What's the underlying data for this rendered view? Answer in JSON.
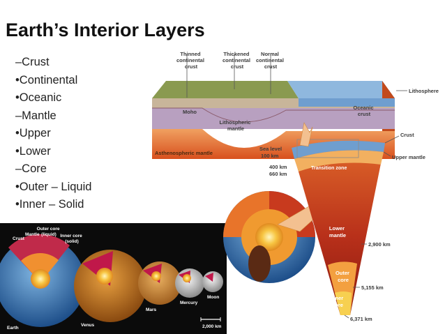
{
  "title": "Earth’s Interior Layers",
  "bullets": [
    "–Crust",
    "•Continental",
    "•Oceanic",
    "–Mantle",
    "•Upper",
    "•Lower",
    "–Core",
    "•Outer – Liquid",
    "•Inner – Solid"
  ],
  "block_labels": {
    "thinned": [
      "Thinned",
      "continental",
      "crust"
    ],
    "thickened": [
      "Thickened",
      "continental",
      "crust"
    ],
    "normal": [
      "Normal",
      "continental",
      "crust"
    ],
    "lithosphere": "Lithosphere",
    "moho": "Moho",
    "lithospheric_mantle": [
      "Lithospheric",
      "mantle"
    ],
    "oceanic_crust": [
      "Oceanic",
      "crust"
    ],
    "asthenospheric_mantle": "Asthenospheric mantle",
    "sea_level": "Sea level",
    "km100": "100 km"
  },
  "wedge_labels": {
    "crust": "Crust",
    "upper_mantle": "Upper mantle",
    "km400": "400 km",
    "km660": "660 km",
    "transition_zone": "Transition zone",
    "lower_mantle": [
      "Lower",
      "mantle"
    ],
    "km2900": "2,900 km",
    "outer_core": [
      "Outer",
      "core"
    ],
    "km5155": "5,155 km",
    "inner_core": [
      "Inner",
      "core"
    ],
    "km6371": "6,371 km"
  },
  "planet_labels": {
    "mantle": "Mantle",
    "outer_core": [
      "Outer core",
      "(liquid)"
    ],
    "inner_core": [
      "Inner core",
      "(solid)"
    ],
    "crust": "Crust",
    "earth": "Earth",
    "venus": "Venus",
    "mars": "Mars",
    "mercury": "Mercury",
    "moon": "Moon",
    "scale": "2,000 km"
  },
  "colors": {
    "crust_green": "#7a8a4a",
    "ocean_blue": "#6f9ecf",
    "mantle_orange": "#e8742a",
    "core_yellow": "#f5c542",
    "planet_panel_bg": "#0b0b0b"
  }
}
